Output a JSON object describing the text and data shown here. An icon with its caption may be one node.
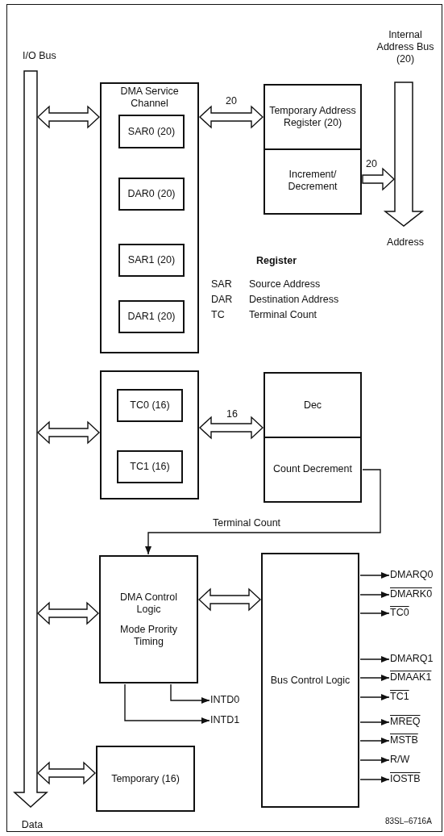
{
  "diagram": {
    "nodes": [
      {
        "text": [
          "I/O Bus",
          "Data"
        ]
      },
      {
        "text": [
          "DMA Service Channel"
        ]
      },
      {
        "text": [
          "SAR0 (20)"
        ],
        "in": 1
      },
      {
        "text": [
          "DAR0 (20)"
        ],
        "in": 1
      },
      {
        "text": [
          "SAR1 (20)"
        ],
        "in": 1
      },
      {
        "text": [
          "DAR1 (20)"
        ],
        "in": 1
      },
      {
        "text": [
          "Temporary Address Register (20)"
        ]
      },
      {
        "text": [
          "Increment/ Decrement"
        ]
      },
      {
        "text": [
          "Internal Address Bus (20)",
          "Address"
        ]
      },
      {
        "text": [],
        "shape": "box"
      },
      {
        "text": [
          "TC0 (16)"
        ],
        "in": 9
      },
      {
        "text": [
          "TC1 (16)"
        ],
        "in": 9
      },
      {
        "text": [
          "Dec"
        ]
      },
      {
        "text": [
          "Count Decrement"
        ]
      },
      {
        "text": [
          "DMA Control Logic",
          "Mode Prority Timing"
        ]
      },
      {
        "text": [
          "Bus Control Logic"
        ]
      },
      {
        "text": [
          "Temporary (16)"
        ]
      },
      {
        "text": [
          "INTD0"
        ]
      },
      {
        "text": [
          "INTD1"
        ]
      },
      {
        "text": [
          "DMARQ0"
        ]
      },
      {
        "text": [
          "DMARK0"
        ]
      },
      {
        "text": [
          "TC0"
        ]
      },
      {
        "text": [
          "DMARQ1"
        ]
      },
      {
        "text": [
          "DMAAK1"
        ]
      },
      {
        "text": [
          "TC1"
        ]
      },
      {
        "text": [
          "MREQ"
        ]
      },
      {
        "text": [
          "MSTB"
        ]
      },
      {
        "text": [
          "R/W"
        ]
      },
      {
        "text": [
          "IOSTB"
        ]
      }
    ],
    "edges": [
      {
        "from": 0,
        "to": 1,
        "arrow": "both"
      },
      {
        "from": 1,
        "to": 6,
        "arrow": "both",
        "label": "20"
      },
      {
        "from": 7,
        "to": 8,
        "arrow": "to",
        "label": "20"
      },
      {
        "from": 0,
        "to": 9,
        "arrow": "both"
      },
      {
        "from": 9,
        "to": 12,
        "arrow": "both",
        "label": "16"
      },
      {
        "from": 13,
        "to": 14,
        "arrow": "to",
        "label": "Terminal Count"
      },
      {
        "from": 0,
        "to": 14,
        "arrow": "both"
      },
      {
        "from": 14,
        "to": 15,
        "arrow": "both"
      },
      {
        "from": 14,
        "to": 17,
        "arrow": "to"
      },
      {
        "from": 14,
        "to": 18,
        "arrow": "to"
      },
      {
        "from": 0,
        "to": 16,
        "arrow": "both"
      },
      {
        "from": 15,
        "to": 19,
        "arrow": "to"
      },
      {
        "from": 15,
        "to": 20,
        "arrow": "to"
      },
      {
        "from": 15,
        "to": 21,
        "arrow": "to"
      },
      {
        "from": 15,
        "to": 22,
        "arrow": "to"
      },
      {
        "from": 15,
        "to": 23,
        "arrow": "to"
      },
      {
        "from": 15,
        "to": 24,
        "arrow": "to"
      },
      {
        "from": 15,
        "to": 25,
        "arrow": "to"
      },
      {
        "from": 15,
        "to": 26,
        "arrow": "to"
      },
      {
        "from": 15,
        "to": 27,
        "arrow": "to"
      },
      {
        "from": 15,
        "to": 28,
        "arrow": "to"
      }
    ],
    "labels": [
      "Register",
      "SAR",
      "Source Address",
      "DAR",
      "Destination Address",
      "TC",
      "Terminal Count",
      "83SL–6716A"
    ]
  }
}
